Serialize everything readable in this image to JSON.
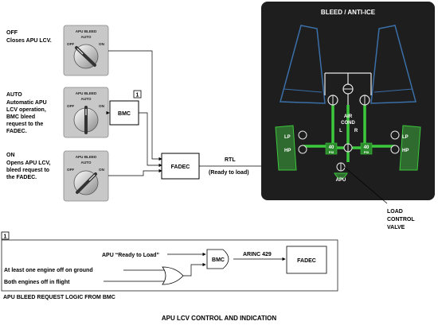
{
  "selector_notes": {
    "off": {
      "title": "OFF",
      "line1": "Closes APU LCV."
    },
    "auto": {
      "title": "AUTO",
      "line1": "Automatic APU",
      "line2": "LCV operation,",
      "line3": "BMC bleed",
      "line4": "request to the",
      "line5": "FADEC."
    },
    "on": {
      "title": "ON",
      "line1": "Opens APU LCV,",
      "line2": "bleed request to",
      "line3": "the FADEC."
    }
  },
  "knob": {
    "name": "APU BLEED",
    "auto": "AUTO",
    "off": "OFF",
    "on": "ON"
  },
  "blocks": {
    "bmc": "BMC",
    "fadec": "FADEC"
  },
  "rtl": {
    "label": "RTL",
    "sub": "(Ready to load)"
  },
  "note_ref": "1",
  "synoptic": {
    "title": "BLEED / ANTI-ICE",
    "air_cond": "AIR",
    "air_cond2": "COND",
    "left": "L",
    "right": "R",
    "lp": "LP",
    "hp": "HP",
    "psi_value": "40",
    "psi_unit": "PSI",
    "apu": "APU"
  },
  "valve_callout": {
    "line1": "LOAD",
    "line2": "CONTROL",
    "line3": "VALVE"
  },
  "logic": {
    "input_ready": "APU “Ready to Load”",
    "input_one_off": "At least one engine off on ground",
    "input_both_off": "Both engines off in flight",
    "bmc": "BMC",
    "bus": "ARINC 429",
    "fadec": "FADEC",
    "caption": "APU BLEED REQUEST LOGIC FROM BMC"
  },
  "figure_title": "APU LCV CONTROL AND INDICATION",
  "colors": {
    "synoptic_bg": "#1e1e1e",
    "duct_green": "#3cc83c",
    "wing_blue": "#3a6fa8"
  }
}
